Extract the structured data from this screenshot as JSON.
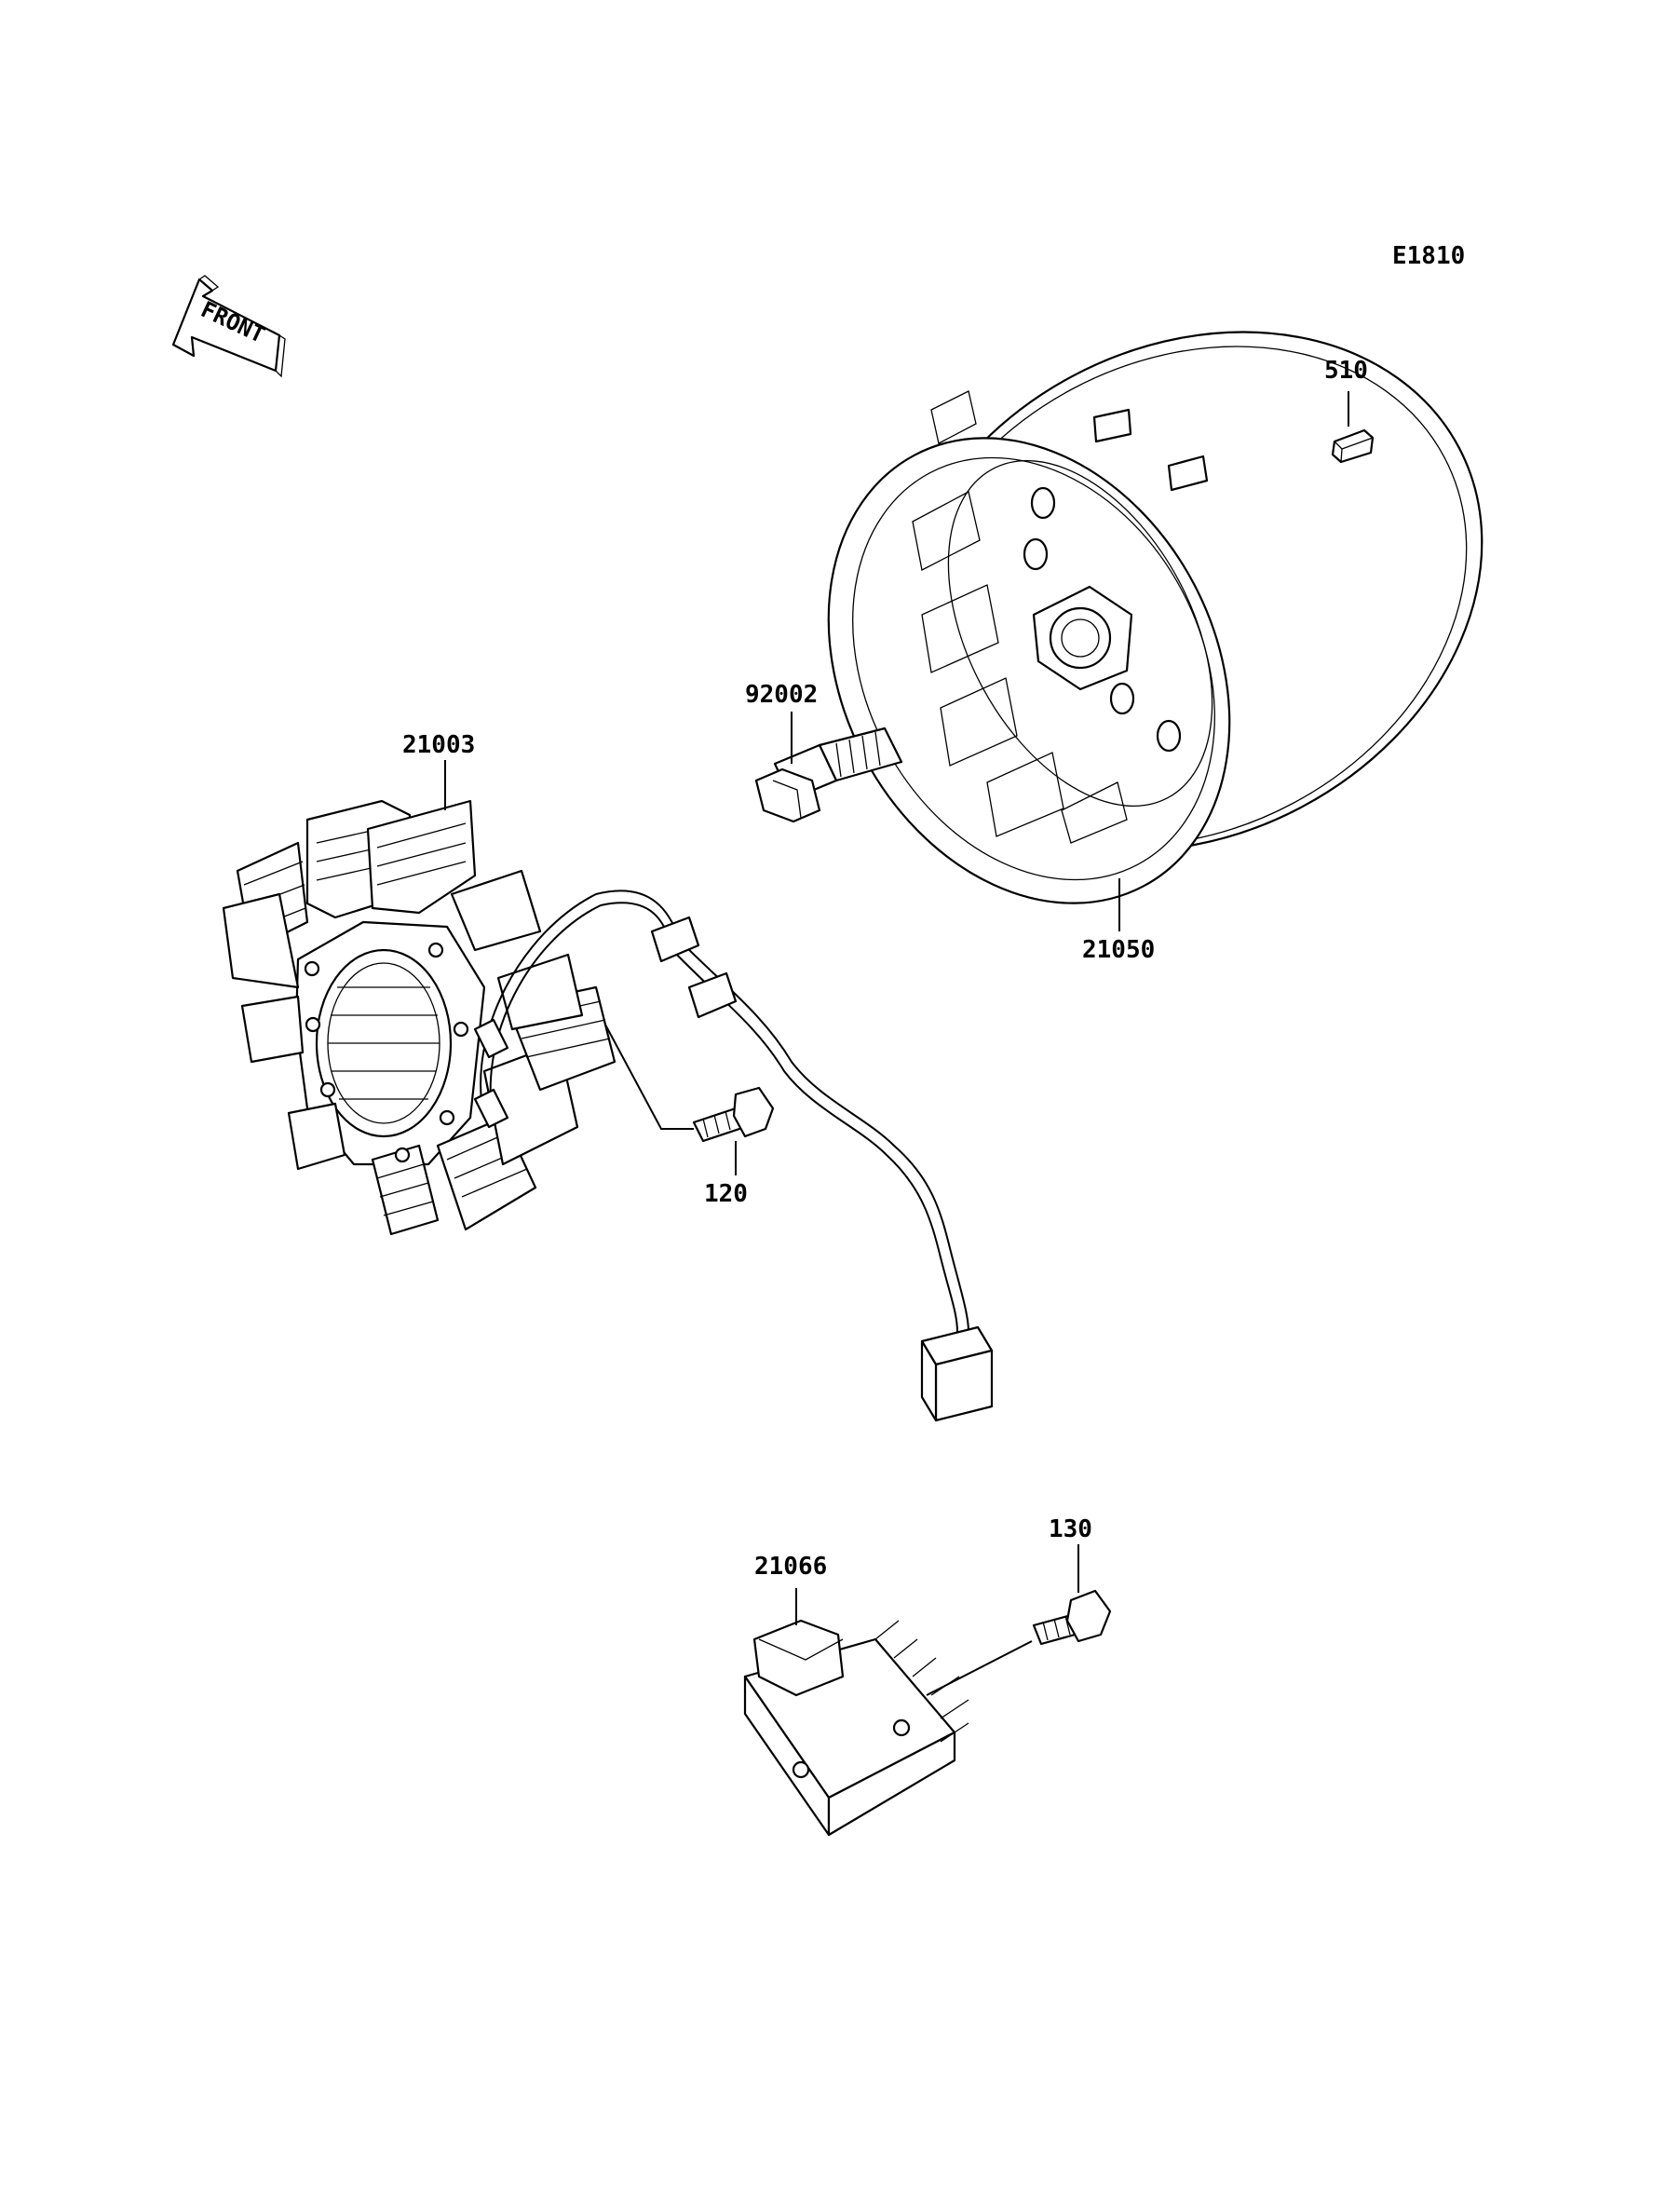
{
  "diagram_code": "E1810",
  "front_arrow": {
    "label": "FRONT"
  },
  "callouts": [
    {
      "id": "21003",
      "text": "21003"
    },
    {
      "id": "120",
      "text": "120"
    },
    {
      "id": "92002",
      "text": "92002"
    },
    {
      "id": "21050",
      "text": "21050"
    },
    {
      "id": "510",
      "text": "510"
    },
    {
      "id": "21066",
      "text": "21066"
    },
    {
      "id": "130",
      "text": "130"
    }
  ]
}
